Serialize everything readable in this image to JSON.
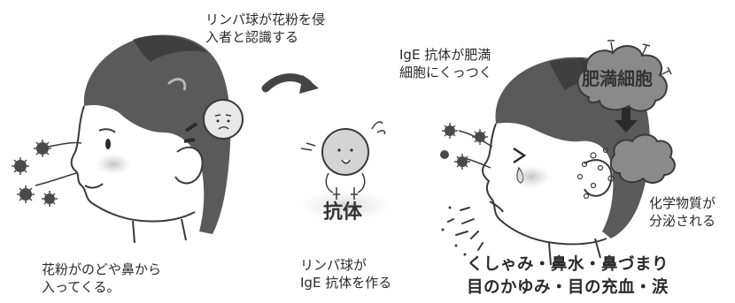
{
  "captions": {
    "lymph_recognize": "リンパ球が花粉を侵\n入者と認識する",
    "ige_attach": "IgE 抗体が肥満\n細胞にくっつく",
    "mast_cell": "肥満細胞",
    "antibody": "抗体",
    "chemical_release": "化学物質が\n分泌される",
    "pollen_enter": "花粉がのどや鼻から\n入ってくる。",
    "lymph_make": "リンパ球が\nIgE 抗体を作る",
    "symptoms_line1": "くしゃみ・鼻水・鼻づまり",
    "symptoms_line2": "目のかゆみ・目の充血・涙"
  },
  "colors": {
    "line": "#3a3a3a",
    "hair": "#5a5a5a",
    "hair_dark": "#3f3f3f",
    "cheek": "#c9c9c9",
    "cloud": "#8a8a8a",
    "arrow": "#444444",
    "pollen": "#4a4a4a"
  },
  "icons": [
    "pollen-icon",
    "arrow-icon",
    "lymphocyte-icon",
    "mast-cell-icon",
    "chemical-cloud-icon",
    "down-arrow-icon"
  ]
}
